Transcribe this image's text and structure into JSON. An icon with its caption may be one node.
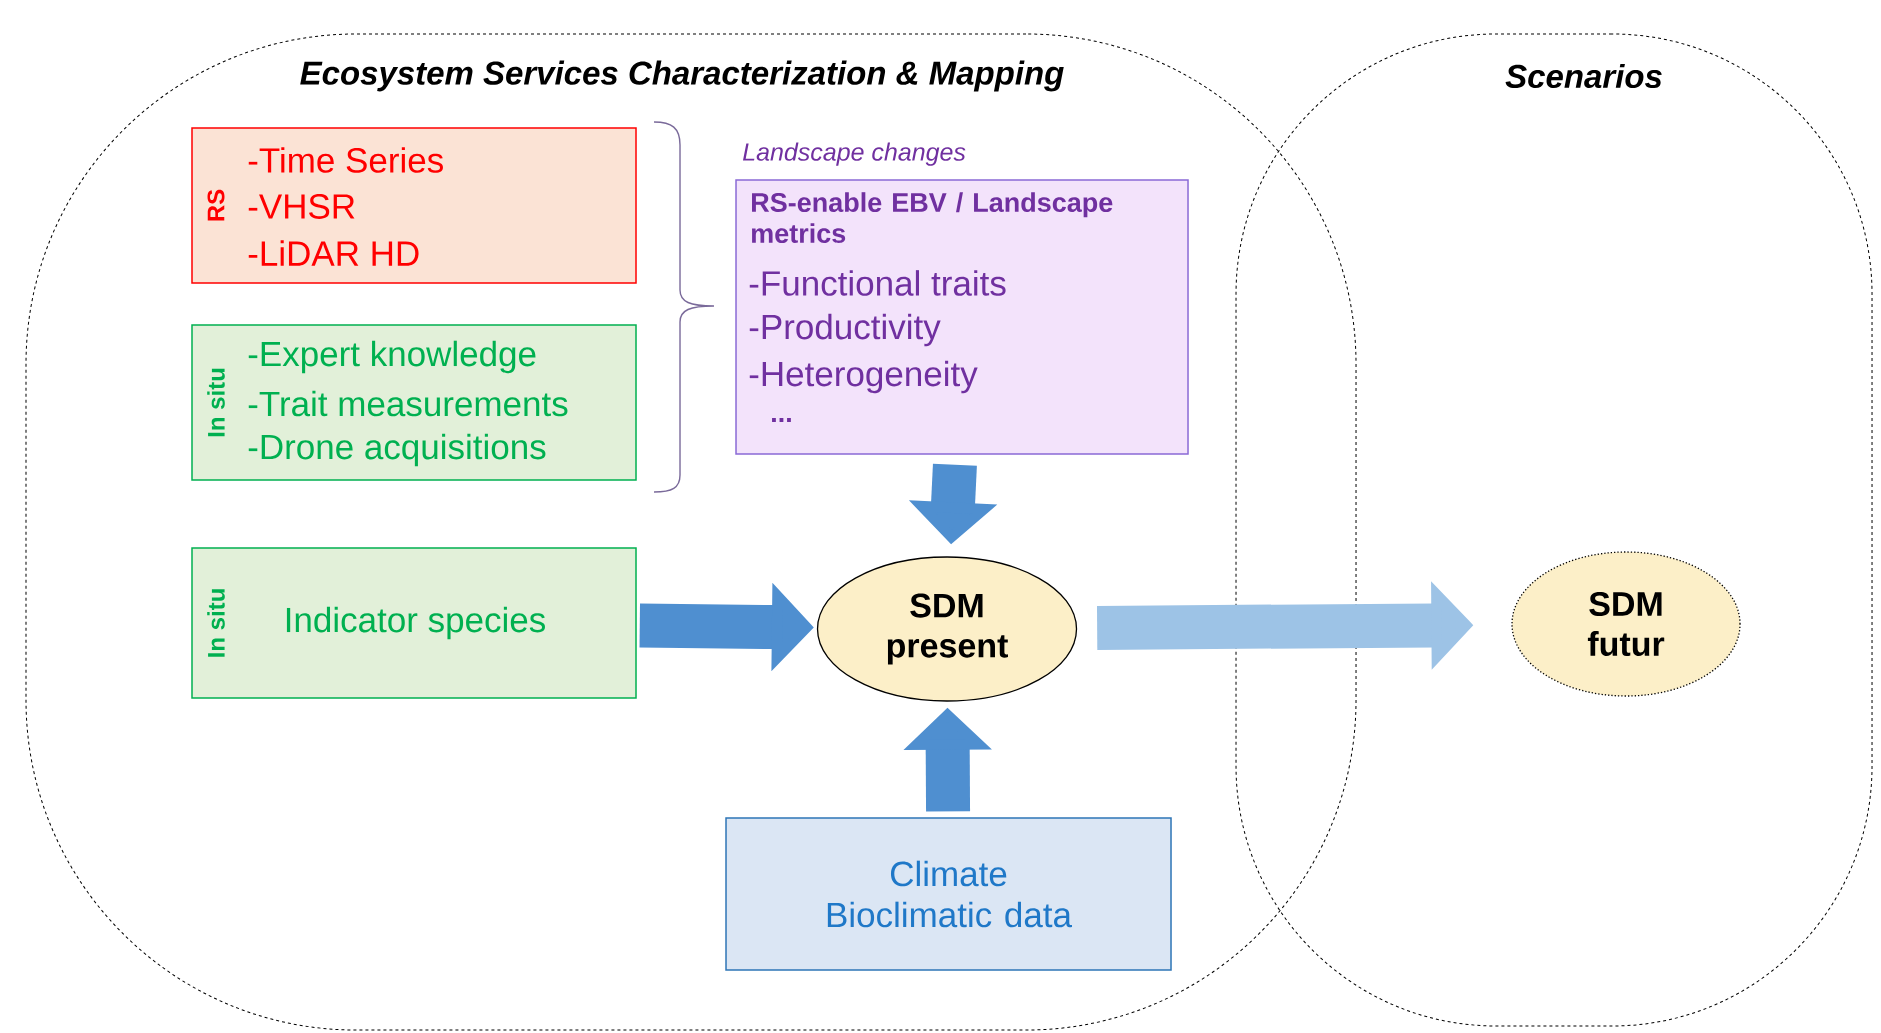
{
  "diagram": {
    "nodes": [
      {
        "text": [
          "Ecosystem Services Characterization & Mapping"
        ]
      },
      {
        "text": [
          "Scenarios"
        ]
      },
      {
        "text": [
          "RS",
          "-Time Series",
          "-VHSR",
          "-LiDAR HD"
        ],
        "in": 0
      },
      {
        "text": [
          "In situ",
          "-Expert knowledge",
          "-Trait measurements",
          "-Drone acquisitions"
        ],
        "in": 0
      },
      {
        "text": [
          "Landscape changes",
          "RS-enable EBV / Landscape metrics",
          "-Functional traits",
          "-Productivity",
          "-Heterogeneity",
          "..."
        ],
        "in": 0
      },
      {
        "text": [
          "In situ",
          "Indicator species"
        ],
        "in": 0
      },
      {
        "text": [
          "SDM present"
        ],
        "in": 0
      },
      {
        "text": [
          "Climate Bioclimatic data"
        ],
        "in": 0
      },
      {
        "text": [
          "SDM futur"
        ],
        "in": 1
      }
    ],
    "edges": [
      {
        "from": 4,
        "to": 6,
        "arrow": "to"
      },
      {
        "from": 5,
        "to": 6,
        "arrow": "to"
      },
      {
        "from": 7,
        "to": 6,
        "arrow": "to"
      },
      {
        "from": 6,
        "to": 8,
        "arrow": "to",
        "color": "#9dc3e6"
      }
    ]
  }
}
